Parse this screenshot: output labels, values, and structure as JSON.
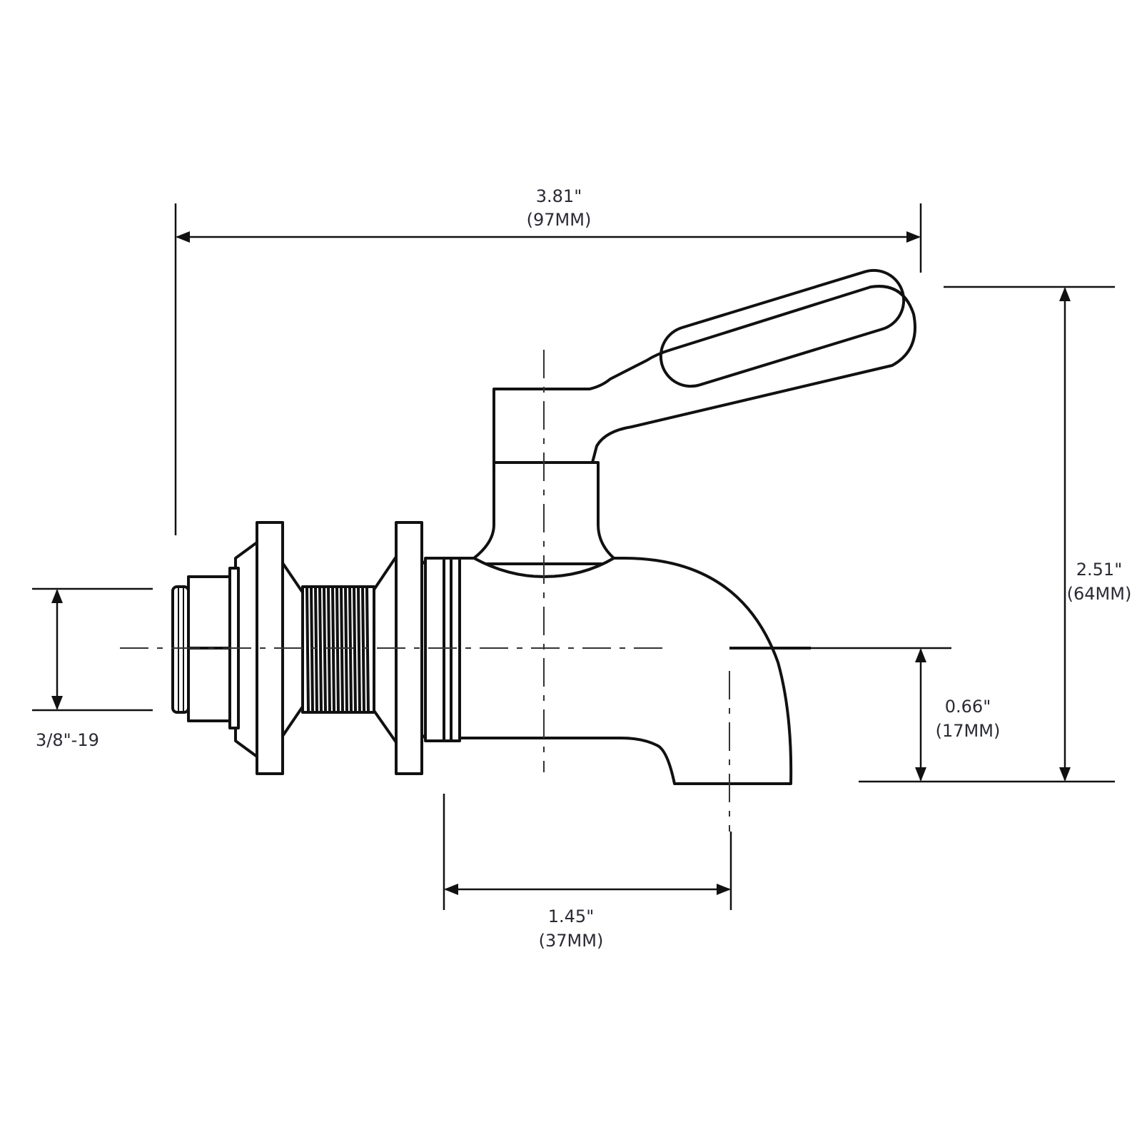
{
  "dimensions": {
    "overall_length": {
      "inch": "3.81\"",
      "mm": "(97MM)"
    },
    "overall_height": {
      "inch": "2.51\"",
      "mm": "(64MM)"
    },
    "spout_height": {
      "inch": "0.66\"",
      "mm": "(17MM)"
    },
    "spout_reach": {
      "inch": "1.45\"",
      "mm": "(37MM)"
    },
    "thread": {
      "label": "3/8\"-19"
    }
  },
  "colors": {
    "line": "#111111",
    "text": "#2a2a33",
    "background": "#ffffff"
  }
}
